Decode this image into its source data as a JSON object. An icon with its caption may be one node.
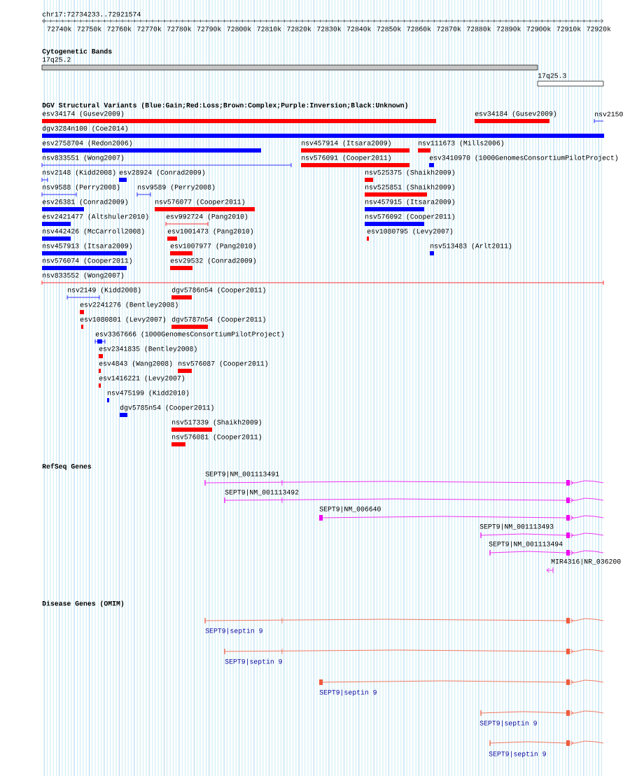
{
  "diagram": {
    "nodes": [
      {
        "text": [
          "17q25.2"
        ]
      },
      {
        "text": [
          "17q25.3"
        ]
      },
      {
        "text": [
          "esv34174 (Gusev2009)"
        ]
      },
      {
        "text": [
          "esv34184 (Gusev2009)"
        ]
      },
      {
        "text": [
          "nsv2150"
        ]
      },
      {
        "text": [
          "dgv3284n100 (Coe2014)"
        ]
      },
      {
        "text": [
          "esv2758704 (Redon2006)"
        ]
      },
      {
        "text": [
          "nsv457914 (Itsara2009)"
        ]
      },
      {
        "text": [
          "nsv111673 (Mills2006)"
        ]
      },
      {
        "text": [
          "nsv833551 (Wong2007)"
        ]
      },
      {
        "text": [
          "nsv576091 (Cooper2011)"
        ]
      },
      {
        "text": [
          "esv3410970 (1000GenomesConsortiumPilotProject)"
        ]
      },
      {
        "text": [
          "nsv2148 (Kidd2008)"
        ]
      },
      {
        "text": [
          "esv28924 (Conrad2009)"
        ]
      },
      {
        "text": [
          "nsv525375 (Shaikh2009)"
        ]
      },
      {
        "text": [
          "nsv9588 (Perry2008)"
        ]
      },
      {
        "text": [
          "nsv9589 (Perry2008)"
        ]
      },
      {
        "text": [
          "nsv525851 (Shaikh2009)"
        ]
      },
      {
        "text": [
          "esv26381 (Conrad2009)"
        ]
      },
      {
        "text": [
          "nsv576077 (Cooper2011)"
        ]
      },
      {
        "text": [
          "nsv457915 (Itsara2009)"
        ]
      },
      {
        "text": [
          "esv2421477 (Altshuler2010)"
        ]
      },
      {
        "text": [
          "esv992724 (Pang2010)"
        ]
      },
      {
        "text": [
          "nsv576092 (Cooper2011)"
        ]
      },
      {
        "text": [
          "nsv442426 (McCarroll2008)"
        ]
      },
      {
        "text": [
          "esv1001473 (Pang2010)"
        ]
      },
      {
        "text": [
          "esv1080795 (Levy2007)"
        ]
      },
      {
        "text": [
          "nsv457913 (Itsara2009)"
        ]
      },
      {
        "text": [
          "esv1007977 (Pang2010)"
        ]
      },
      {
        "text": [
          "nsv513483 (Arlt2011)"
        ]
      },
      {
        "text": [
          "nsv576074 (Cooper2011)"
        ]
      },
      {
        "text": [
          "esv29532 (Conrad2009)"
        ]
      },
      {
        "text": [
          "nsv833552 (Wong2007)"
        ]
      },
      {
        "text": [
          "nsv2149 (Kidd2008)"
        ]
      },
      {
        "text": [
          "dgv5786n54 (Cooper2011)"
        ]
      },
      {
        "text": [
          "esv2241276 (Bentley2008)"
        ]
      },
      {
        "text": [
          "esv1080801 (Levy2007)"
        ]
      },
      {
        "text": [
          "dgv5787n54 (Cooper2011)"
        ]
      },
      {
        "text": [
          "esv3367666 (1000GenomesConsortiumPilotProject)"
        ]
      },
      {
        "text": [
          "esv2341835 (Bentley2008)"
        ]
      },
      {
        "text": [
          "esv4843 (Wang2008)"
        ]
      },
      {
        "text": [
          "nsv576087 (Cooper2011)"
        ]
      },
      {
        "text": [
          "esv1416221 (Levy2007)"
        ]
      },
      {
        "text": [
          "nsv475199 (Kidd2010)"
        ]
      },
      {
        "text": [
          "dgv5785n54 (Cooper2011)"
        ]
      },
      {
        "text": [
          "nsv517339 (Shaikh2009)"
        ]
      },
      {
        "text": [
          "nsv576081 (Cooper2011)"
        ]
      },
      {
        "text": [
          "SEPT9|NM_001113491"
        ]
      },
      {
        "text": [
          "SEPT9|NM_001113492"
        ]
      },
      {
        "text": [
          "SEPT9|NM_006640"
        ]
      },
      {
        "text": [
          "SEPT9|NM_001113493"
        ]
      },
      {
        "text": [
          "SEPT9|NM_001113494"
        ]
      },
      {
        "text": [
          "MIR4316|NR_036200"
        ]
      },
      {
        "text": [
          "SEPT9|septin 9"
        ]
      },
      {
        "text": [
          "SEPT9|septin 9"
        ]
      },
      {
        "text": [
          "SEPT9|septin 9"
        ]
      },
      {
        "text": [
          "SEPT9|septin 9"
        ]
      },
      {
        "text": [
          "SEPT9|septin 9"
        ]
      }
    ],
    "labels": [
      "chr17:72734233..72921574",
      "72740k",
      "72750k",
      "72760k",
      "72770k",
      "72780k",
      "72790k",
      "72800k",
      "72810k",
      "72820k",
      "72830k",
      "72840k",
      "72850k",
      "72860k",
      "72870k",
      "72880k",
      "72890k",
      "72900k",
      "72910k",
      "72920k",
      "Cytogenetic Bands",
      "DGV Structural Variants (Blue:Gain;Red:Loss;Brown:Complex;Purple:Inversion;Black:Unknown)",
      "RefSeq Genes",
      "Disease Genes (OMIM)"
    ]
  }
}
